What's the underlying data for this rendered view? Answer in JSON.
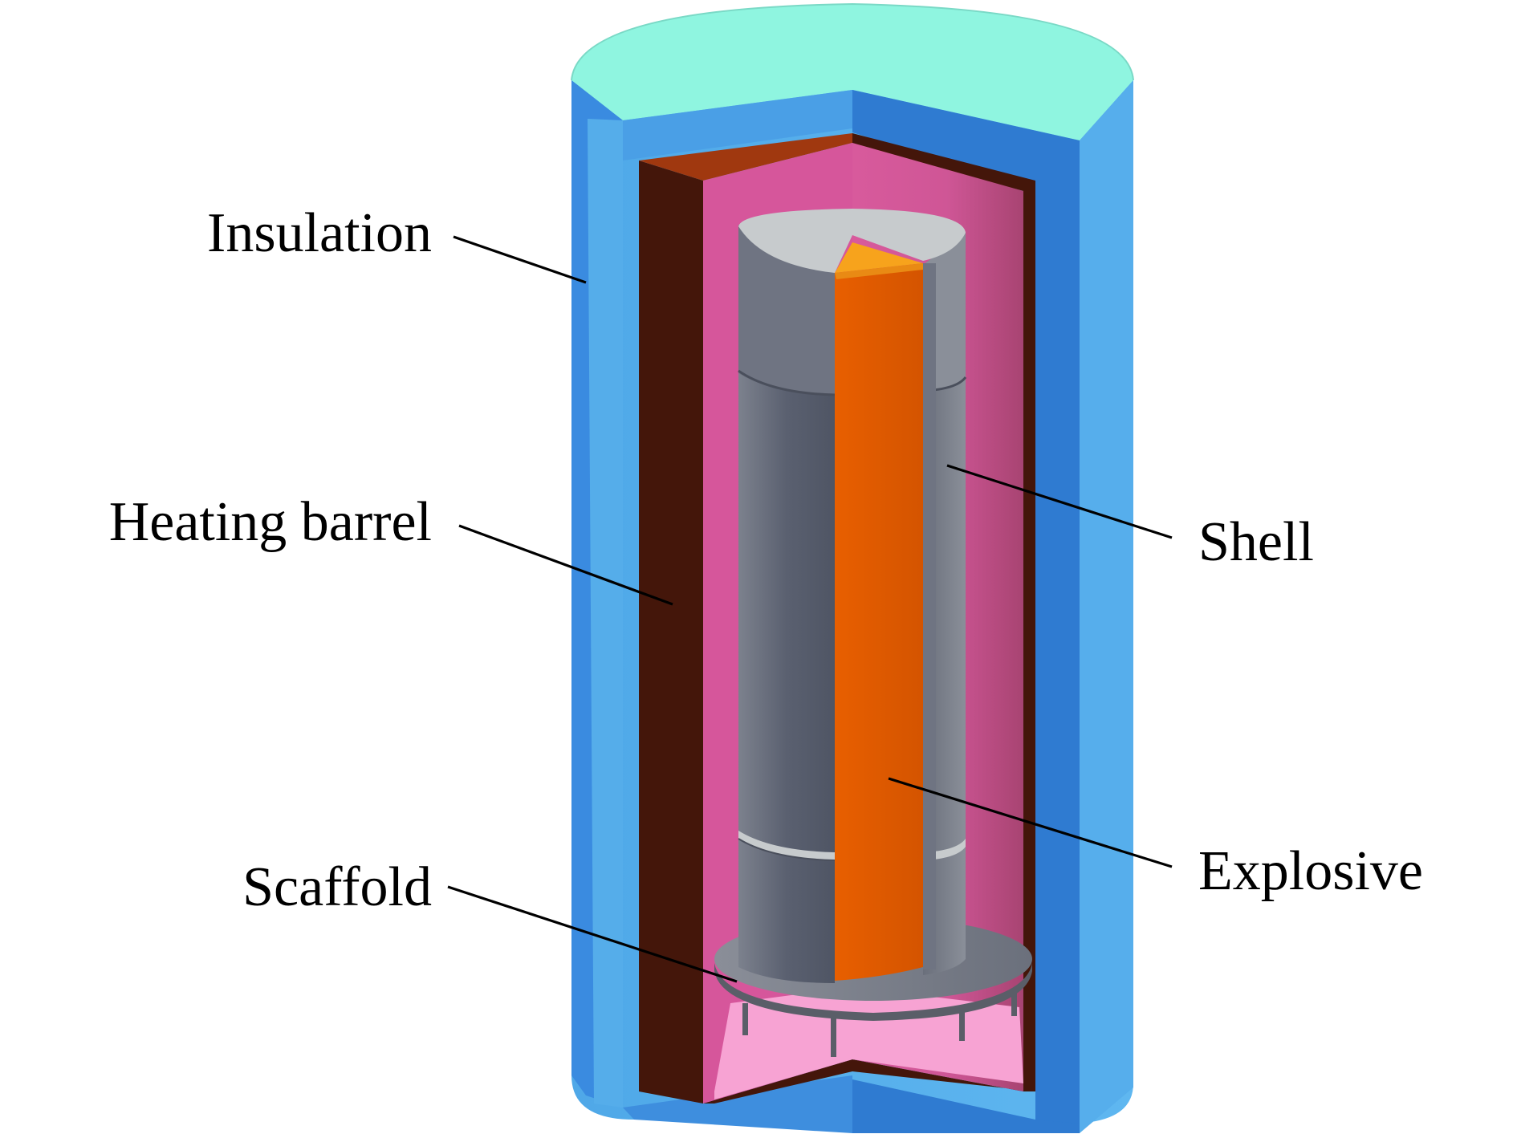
{
  "labels": {
    "insulation": "Insulation",
    "heating_barrel": "Heating barrel",
    "scaffold": "Scaffold",
    "shell": "Shell",
    "explosive": "Explosive"
  },
  "colors": {
    "background": "#ffffff",
    "insulation_top": "#8ff5e0",
    "insulation_face_light": "#55adea",
    "insulation_face_dark": "#2f7bd1",
    "heating_barrel_cut": "#44160a",
    "heating_barrel_top": "#a0380f",
    "interior_left": "#d6569b",
    "interior_right": "#aa4474",
    "interior_floor": "#f7a3d3",
    "shell_light": "#8a8e97",
    "shell_dark": "#565c6b",
    "shell_top": "#c7cbcd",
    "explosive_face": "#d95700",
    "explosive_top": "#f7a31c",
    "scaffold": "#6a6e78",
    "leader_line": "#000000"
  }
}
